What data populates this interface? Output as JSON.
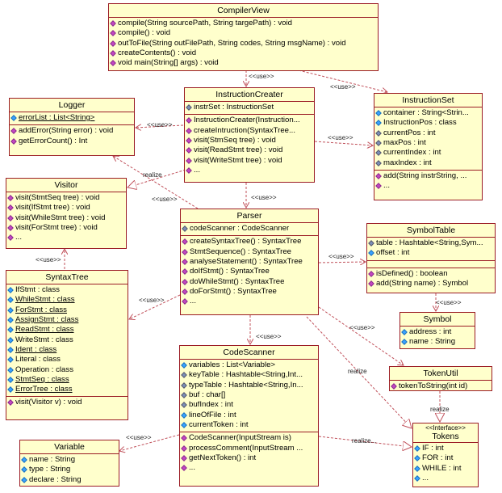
{
  "classes": {
    "compilerview": {
      "name": "CompilerView",
      "operations": [
        "compile(String sourcePath, String targePath) : void",
        "compile() : void",
        "outToFile(String outFilePath, String codes, String msgName) : void",
        "createContents() : void",
        "void main(String[] args) : void"
      ]
    },
    "logger": {
      "name": "Logger",
      "attributes": [
        "errorList : List<String>"
      ],
      "operations": [
        "addError(String error) : void",
        "getErrorCount() : Int"
      ]
    },
    "instructioncreater": {
      "name": "InstructionCreater",
      "attributes": [
        "instrSet : InstructionSet"
      ],
      "operations": [
        "InstructionCreater(Instruction...",
        "createIntruction(SyntaxTree...",
        "visit(StmSeq tree) : void",
        "visit(ReadStmt tree) : void",
        "visit(WriteStmt tree) : void",
        "..."
      ]
    },
    "instructionset": {
      "name": "InstructionSet",
      "attributes": [
        "container : String<Strin...",
        "InstructionPos : class",
        "currentPos : int",
        "maxPos : int",
        "currentIndex : int",
        "maxIndex : int"
      ],
      "operations": [
        "add(String instrString, ...",
        "..."
      ]
    },
    "visitor": {
      "name": "Visitor",
      "operations": [
        "visit(StmtSeq tree) : void",
        "visit(IfStmt tree) : void",
        "visit(WhileStmt tree) : void",
        "visit(ForStmt tree) : void",
        "..."
      ]
    },
    "parser": {
      "name": "Parser",
      "attributes": [
        "codeScanner : CodeScanner"
      ],
      "operations": [
        "createSyntaxTree() : SyntaxTree",
        "StmtSequence() : SyntaxTree",
        "analyseStatement() : SyntaxTree",
        "doIfStmt() : SyntaxTree",
        "doWhileStmt() : SyntaxTree",
        "doForStmt() : SyntaxTree",
        "..."
      ]
    },
    "symboltable": {
      "name": "SymbolTable",
      "attributes": [
        "table : Hashtable<String,Sym...",
        "offset : int"
      ],
      "operations": [
        "isDefined() : boolean",
        "add(String name) : Symbol"
      ]
    },
    "syntaxtree": {
      "name": "SyntaxTree",
      "attributes": [
        "IfStmt : class",
        "WhileStmt : class",
        "ForStmt : class",
        "AssignStmt : class",
        "ReadStmt : class",
        "WriteStmt : class",
        "Ident : class",
        "Literal : class",
        "Operation : class",
        "StmtSeq : class",
        "ErrorTree : class"
      ],
      "operations": [
        "visit(Visitor v) : void"
      ]
    },
    "symbol": {
      "name": "Symbol",
      "attributes": [
        "address : int",
        "name : String"
      ]
    },
    "codescanner": {
      "name": "CodeScanner",
      "attributes": [
        "variables : List<Variable>",
        "keyTable : Hashtable<String,Int...",
        "typeTable : Hashtable<String,In...",
        "buf : char[]",
        "bufIndex : int",
        "lineOfFile : int",
        "currentToken : int"
      ],
      "operations": [
        "CodeScanner(InputStream is)",
        "processComment(InputStream ...",
        "getNextToken() : int",
        "..."
      ]
    },
    "tokenutil": {
      "name": "TokenUtil",
      "operations": [
        "tokenToString(int id)"
      ]
    },
    "variable": {
      "name": "Variable",
      "attributes": [
        "name : String",
        "type : String",
        "declare : String"
      ]
    },
    "tokens": {
      "stereotype": "<<Interface>>",
      "name": "Tokens",
      "attributes": [
        "IF : int",
        "FOR : int",
        "WHILE : int",
        "..."
      ]
    }
  },
  "edge_labels": {
    "use": "<<use>>",
    "realize": "realize",
    "realize_dots": "realize..."
  },
  "colors": {
    "class_fill": "#ffffcc",
    "class_border": "#9b1c25",
    "edge": "#c0505a"
  }
}
